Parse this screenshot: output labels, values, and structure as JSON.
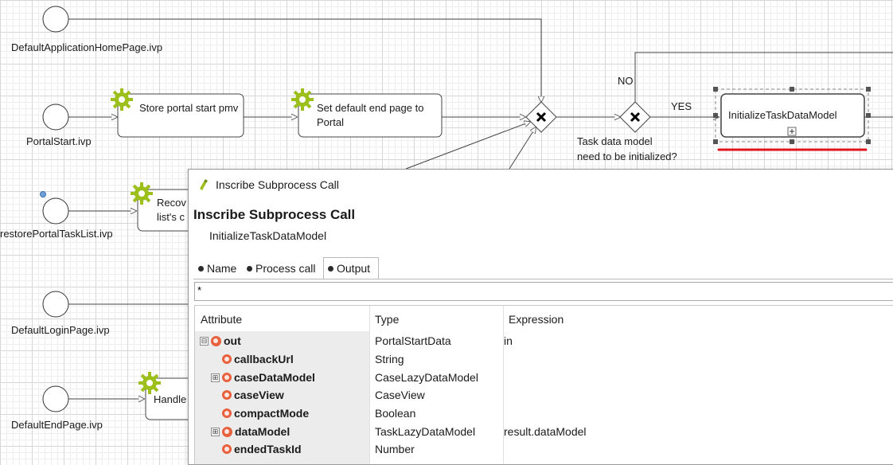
{
  "process": {
    "events": [
      {
        "id": "default-app-home",
        "label": "DefaultApplicationHomePage.ivp"
      },
      {
        "id": "portal-start",
        "label": "PortalStart.ivp"
      },
      {
        "id": "restore-portal-task-list",
        "label": "restorePortalTaskList.ivp"
      },
      {
        "id": "default-login",
        "label": "DefaultLoginPage.ivp"
      },
      {
        "id": "default-end",
        "label": "DefaultEndPage.ivp"
      }
    ],
    "boxes": {
      "store_portal_start": "Store portal start pmv",
      "set_default_end_page": "Set default end page to Portal",
      "recover_partial_1": "Recov",
      "recover_partial_2": "list's c",
      "handle_partial": "Handle",
      "initialize_task_data_model": "InitializeTaskDataModel"
    },
    "gateway": {
      "question_line1": "Task data model",
      "question_line2": "need to be initialized?",
      "yes": "YES",
      "no": "NO"
    }
  },
  "dialog": {
    "window_title": "Inscribe Subprocess Call",
    "heading": "Inscribe Subprocess Call",
    "subtitle": "InitializeTaskDataModel",
    "tabs": [
      "Name",
      "Process call",
      "Output"
    ],
    "active_tab": "Output",
    "filter_value": "*",
    "columns": {
      "attribute": "Attribute",
      "type": "Type",
      "expression": "Expression"
    },
    "rows": [
      {
        "name": "out",
        "type": "PortalStartData",
        "expression": "in",
        "bold": true,
        "expander": "⊟",
        "indent": 0
      },
      {
        "name": "callbackUrl",
        "type": "String",
        "expression": "",
        "bold": false,
        "expander": "",
        "indent": 1
      },
      {
        "name": "caseDataModel",
        "type": "CaseLazyDataModel",
        "expression": "",
        "bold": false,
        "expander": "⊞",
        "indent": 1
      },
      {
        "name": "caseView",
        "type": "CaseView",
        "expression": "",
        "bold": false,
        "expander": "",
        "indent": 1
      },
      {
        "name": "compactMode",
        "type": "Boolean",
        "expression": "",
        "bold": false,
        "expander": "",
        "indent": 1
      },
      {
        "name": "dataModel",
        "type": "TaskLazyDataModel",
        "expression": "result.dataModel",
        "bold": true,
        "expander": "⊞",
        "indent": 1
      },
      {
        "name": "endedTaskId",
        "type": "Number",
        "expression": "",
        "bold": false,
        "expander": "",
        "indent": 1
      }
    ]
  },
  "colors": {
    "accent_underline": "#e0141e",
    "gear": "#9cbf1c",
    "attribute_icon": "#e8603c"
  }
}
